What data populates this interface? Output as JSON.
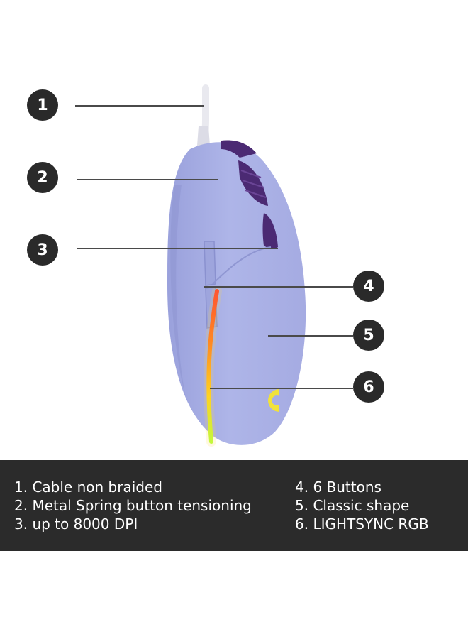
{
  "callouts": [
    {
      "number": "1",
      "feature": "Cable non braided"
    },
    {
      "number": "2",
      "feature": "Metal Spring button tensioning"
    },
    {
      "number": "3",
      "feature": "up to 8000 DPI"
    },
    {
      "number": "4",
      "feature": "6 Buttons"
    },
    {
      "number": "5",
      "feature": "Classic shape"
    },
    {
      "number": "6",
      "feature": "LIGHTSYNC RGB"
    }
  ],
  "legend": [
    "1. Cable non braided",
    "2. Metal Spring button tensioning",
    "3. up to 8000 DPI",
    "4. 6 Buttons",
    "5. Classic shape",
    "6. LIGHTSYNC RGB"
  ],
  "colors": {
    "mouse_body": "#aab1e6",
    "mouse_accent": "#4b2a73",
    "callout_bg": "#2a2a2a",
    "legend_bg": "#2b2b2b",
    "legend_text": "#ffffff",
    "logo": "#f1e23a"
  }
}
